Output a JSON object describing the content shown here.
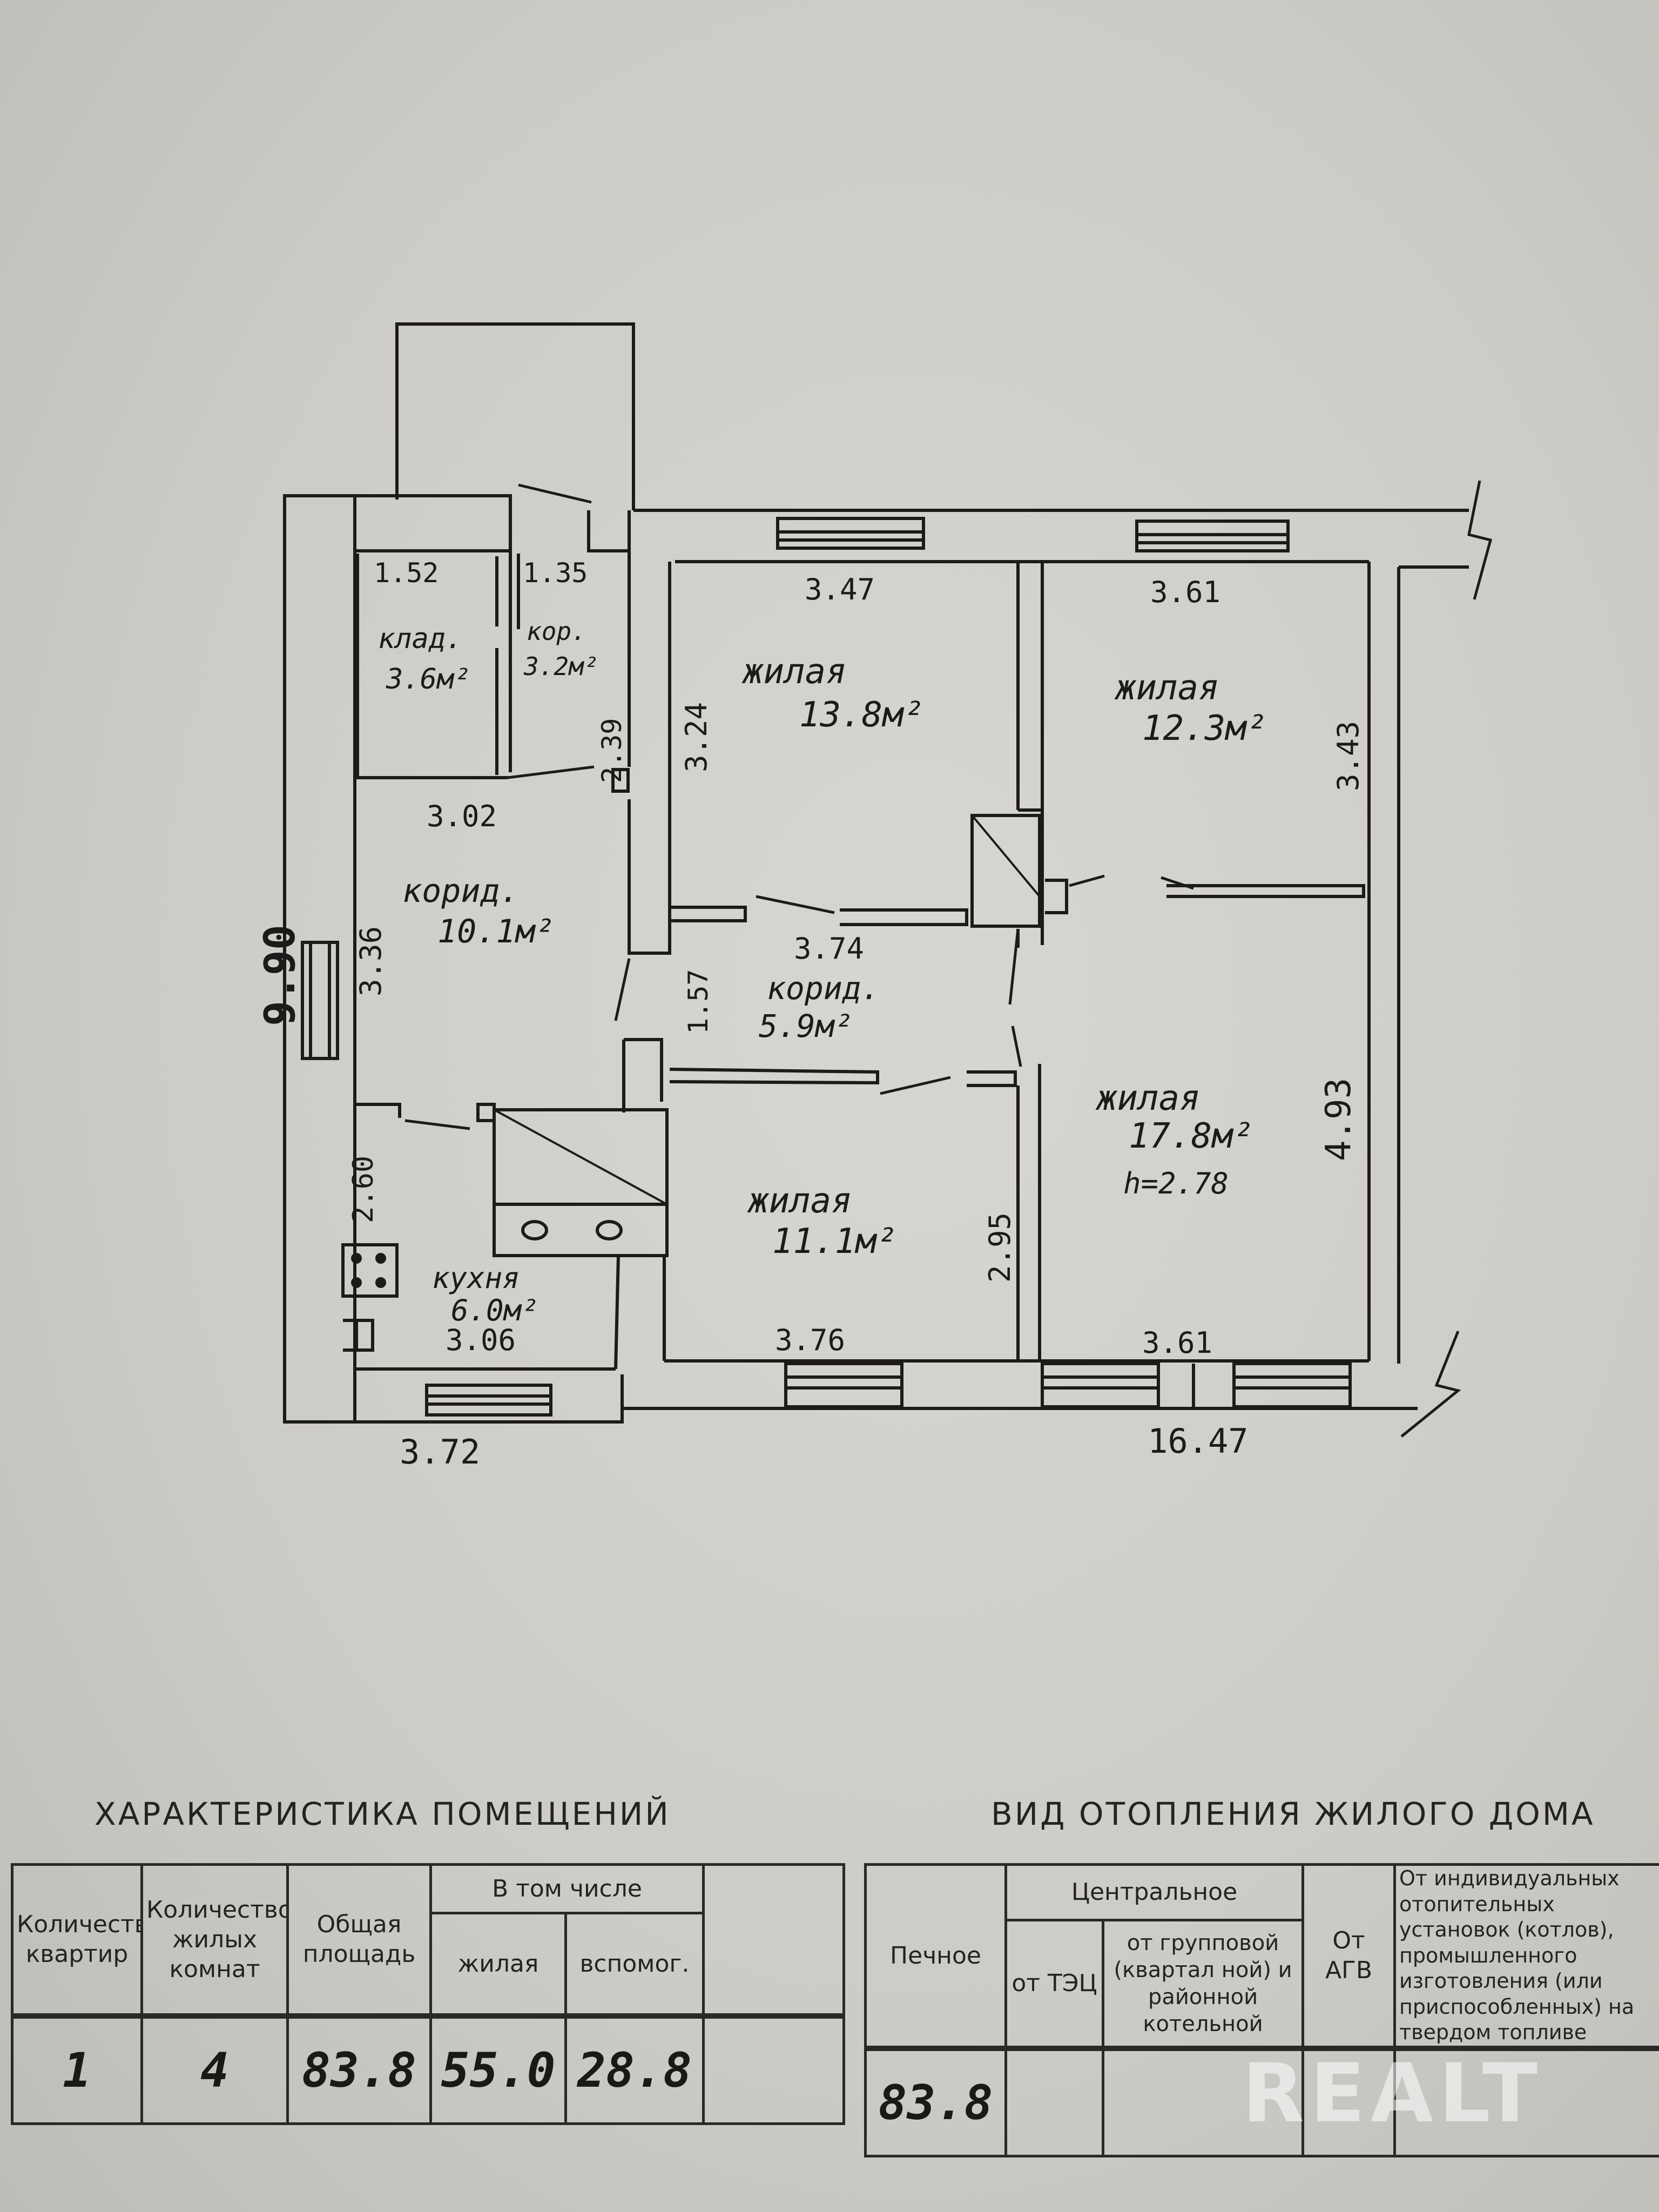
{
  "plan": {
    "rooms": [
      {
        "name": "клад.",
        "area": "3.6м²"
      },
      {
        "name": "кор.",
        "area": "3.2м²"
      },
      {
        "name": "жилая",
        "area": "13.8м²"
      },
      {
        "name": "жилая",
        "area": "12.3м²"
      },
      {
        "name": "корид.",
        "area": "10.1м²"
      },
      {
        "name": "корид.",
        "area": "5.9м²"
      },
      {
        "name": "жилая",
        "area": "17.8м²",
        "note": "h=2.78"
      },
      {
        "name": "жилая",
        "area": "11.1м²"
      },
      {
        "name": "кухня",
        "area": "6.0м²"
      }
    ],
    "dimensions": {
      "storage_w": "1.52",
      "corr_small_w": "1.35",
      "room1_w": "3.47",
      "room2_w": "3.61",
      "corr_small_h": "2.39",
      "storage_bottom": "3.02",
      "room1_h": "3.24",
      "room2_h": "3.43",
      "corr1_h": "3.36",
      "corr2_w": "3.74",
      "corr2_h": "1.57",
      "kitchen_h": "2.60",
      "kitchen_w": "3.06",
      "room3_h": "2.95",
      "room3_w": "3.76",
      "room4_h": "4.93",
      "room4_w": "3.61",
      "overall_h": "9.90",
      "left_w": "3.72",
      "total_w": "16.47"
    }
  },
  "characteristics": {
    "title": "ХАРАКТЕРИСТИКА ПОМЕЩЕНИЙ",
    "col_apartments": "Количество квартир",
    "col_rooms": "Количество жилых комнат",
    "col_total": "Общая площадь",
    "col_including": "В том числе",
    "col_living": "жилая",
    "col_aux": "вспомог.",
    "values": {
      "apartments": "1",
      "rooms": "4",
      "total": "83.8",
      "living": "55.0",
      "aux": "28.8"
    }
  },
  "heating": {
    "title": "ВИД ОТОПЛЕНИЯ ЖИЛОГО ДОМА",
    "col_stove": "Печное",
    "col_central": "Центральное",
    "col_tec": "от ТЭЦ",
    "col_group": "от групповой (квартал ной) и районной котельной",
    "col_agv": "От АГВ",
    "col_individual": "От индивидуальных отопительных установок (котлов), промышленного изготовления (или приспособленных) на твердом топливе",
    "values": {
      "stove": "83.8"
    }
  },
  "watermark": "REALT"
}
